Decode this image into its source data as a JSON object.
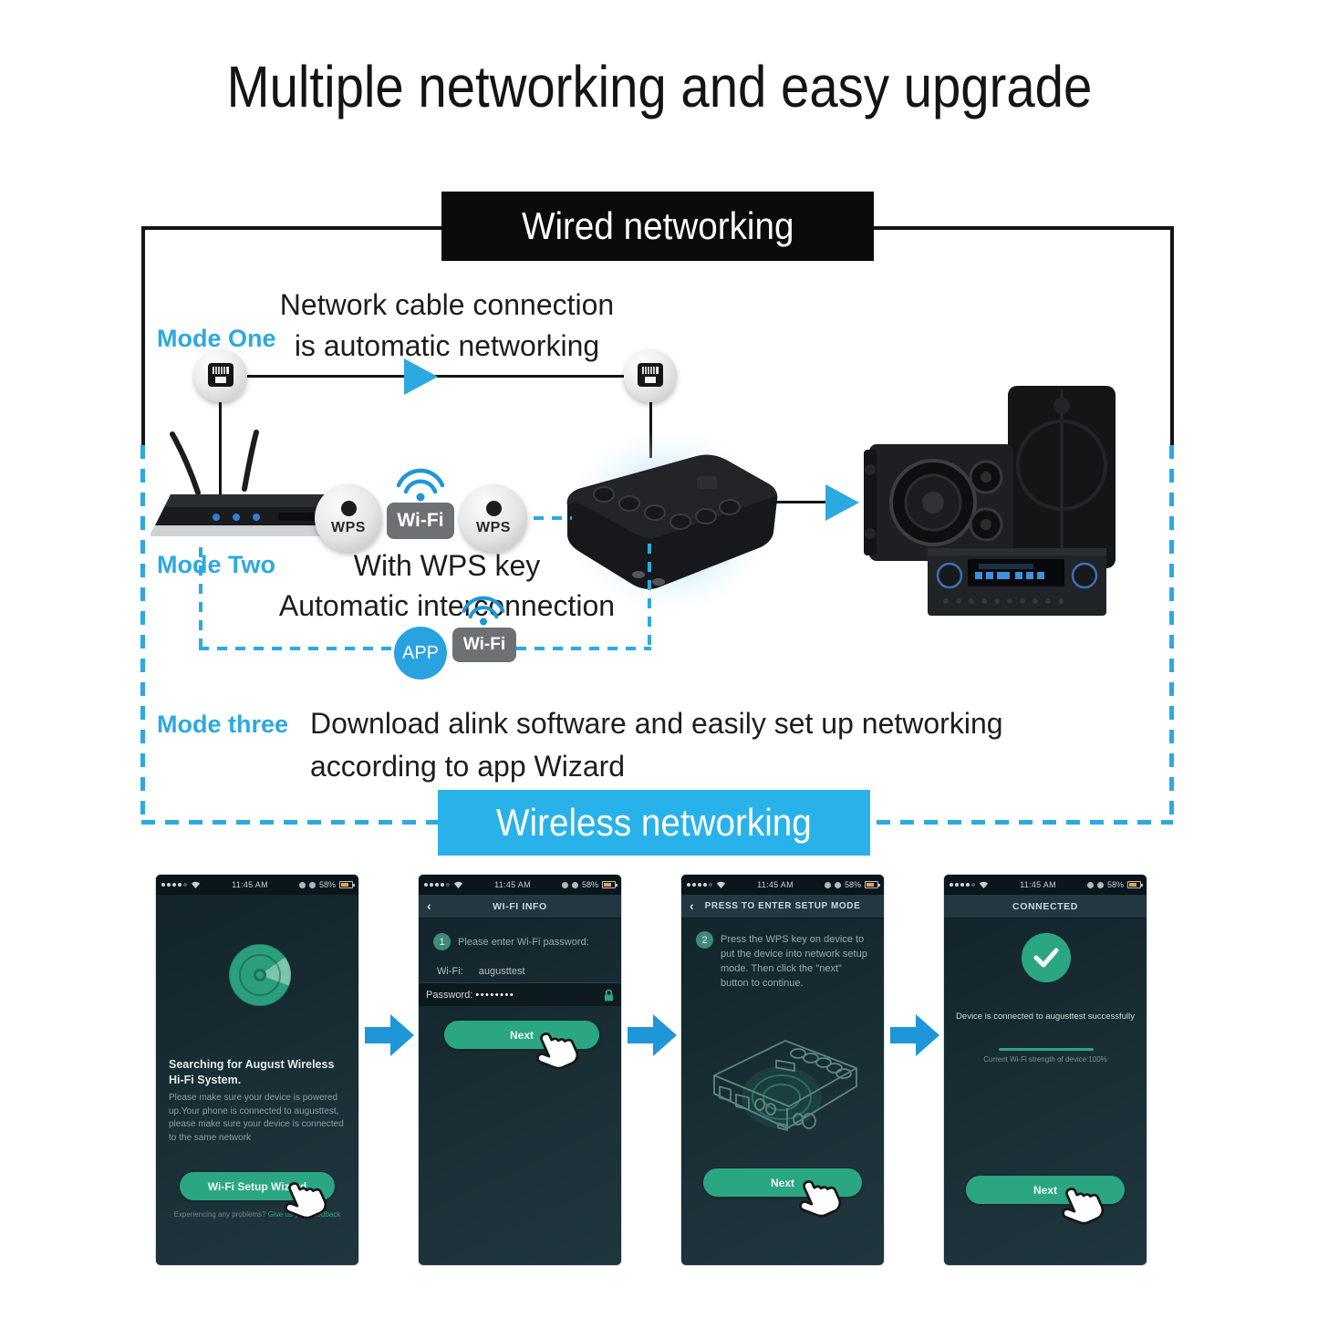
{
  "title": "Multiple networking and easy upgrade",
  "wired": {
    "banner": "Wired networking",
    "mode_one": {
      "label": "Mode One",
      "line1": "Network cable connection",
      "line2": "is automatic networking"
    },
    "mode_two": {
      "label": "Mode Two",
      "line1": "With WPS key",
      "line2": "Automatic interconnection"
    },
    "mode_three": {
      "label": "Mode three",
      "line1": "Download alink software and easily set up networking",
      "line2": "according to app Wizard"
    },
    "icons": {
      "wps": "WPS",
      "wifi": "Wi-Fi",
      "app": "APP"
    }
  },
  "wireless": {
    "banner": "Wireless networking"
  },
  "status_bar": {
    "time": "11:45 AM",
    "battery": "58%"
  },
  "phones": [
    {
      "title": "Searching for August Wireless Hi-Fi System.",
      "body": "Please make sure your device is powered up.Your phone is connected to augusttest, please make sure your device is connected to the same network",
      "button": "Wi-Fi Setup Wizard",
      "footer_text": "Experiencing any problems?",
      "footer_link": "Give us your feedback"
    },
    {
      "nav_title": "WI-FI INFO",
      "back": "‹",
      "step_number": "1",
      "step_text": "Please enter Wi-Fi password:",
      "wifi_label": "Wi-Fi:",
      "wifi_value": "augusttest",
      "password_label": "Password:",
      "password_value": "••••••••",
      "button": "Next"
    },
    {
      "nav_title": "PRESS TO ENTER SETUP MODE",
      "back": "‹",
      "step_number": "2",
      "step_text": "Press the WPS key on device to put the device into network setup mode. Then click the \"next\" button to continue.",
      "button": "Next"
    },
    {
      "nav_title": "CONNECTED",
      "success_text": "Device is connected to augusttest successfully",
      "strength_text": "Current Wi-Fi strength of device:100%",
      "button": "Next"
    }
  ],
  "colors": {
    "accent_blue": "#2da9e1",
    "banner_blue": "#29b2ea",
    "arrow_blue": "#1e96d8",
    "green": "#2aa683",
    "banner_black": "#0b0b0b",
    "phone_bg_dark": "#15262d",
    "battery_orange": "#e8a33d"
  }
}
